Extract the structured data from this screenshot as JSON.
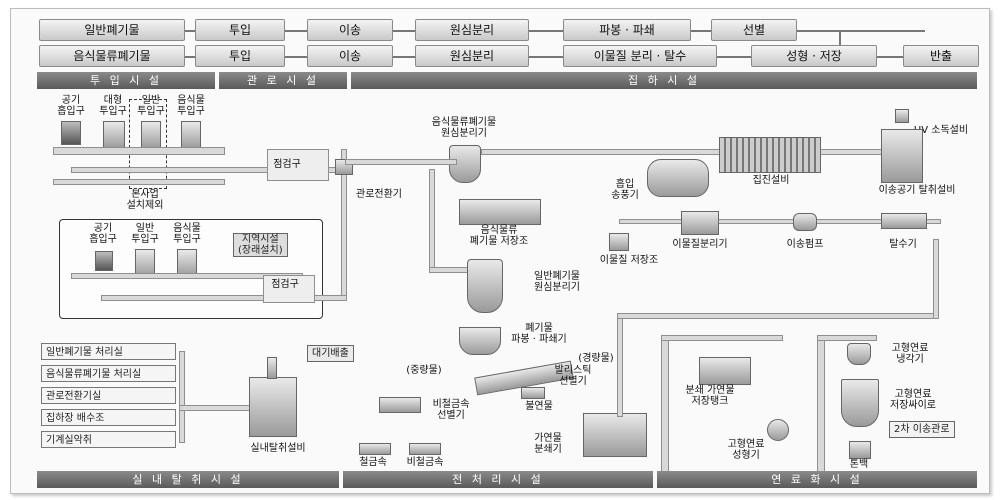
{
  "flow": {
    "row1": [
      "일반폐기물",
      "투입",
      "이송",
      "원심분리",
      "파봉 · 파쇄",
      "선별"
    ],
    "row2": [
      "음식물류폐기물",
      "투입",
      "이송",
      "원심분리",
      "이물질 분리 · 탈수",
      "성형 · 저장",
      "반출"
    ]
  },
  "sections_top": [
    "투 입 시 설",
    "관 로 시 설",
    "집 하 시 설"
  ],
  "sections_bottom": [
    "실 내 탈 취 시 설",
    "전 처 리 시 설",
    "연 료 화 시 설"
  ],
  "inlets_top": [
    "공기\n흡입구",
    "대형\n투입구",
    "일반\n투입구",
    "음식물\n투입구"
  ],
  "inlets_regional": [
    "공기\n흡입구",
    "일반\n투입구",
    "음식물\n투입구"
  ],
  "labels": {
    "no_install": "본사업\n설치제외",
    "inspection1": "점검구",
    "inspection2": "점검구",
    "regional": "지역시설\n(장래설치)",
    "diverter": "관로전환기",
    "food_centrifuge": "음식물류폐기물\n원심분리기",
    "food_storage": "음식물류\n폐기물 저장조",
    "suction_blower": "흡입\n송풍기",
    "dust_collector": "집진설비",
    "uv": "UV 소독설비",
    "transport_deodor": "이송공기 탈취설비",
    "separator": "이물질분리기",
    "transfer_pump": "이송펌프",
    "dehydrator": "탈수기",
    "foreign_storage": "이물질 저장조",
    "general_centrifuge": "일반폐기물\n원심분리기",
    "shredder": "폐기물\n파봉 · 파쇄기",
    "heavy": "(중량물)",
    "light": "(경량물)",
    "ballistic": "발리스틱\n선별기",
    "magnetic": "비철금속\n선별기",
    "noncombustible": "불연물",
    "combustible_shredder": "가연물\n분쇄기",
    "ferrous": "철금속",
    "nonferrous": "비철금속",
    "crushed_tank": "분쇄 가연물\n저장탱크",
    "pellet_machine": "고형연료\n성형기",
    "cooler": "고형연료\n냉각기",
    "silo": "고형연료\n저장싸이로",
    "secondary_pipe": "2차 이송관로",
    "tonbag": "톤백",
    "air_emission": "대기배출",
    "indoor_deodor": "실내탈취설비"
  },
  "legend": [
    "일반폐기물 처리실",
    "음식물류폐기물 처리실",
    "관로전환기실",
    "집하장 배수조",
    "기계실악취"
  ]
}
